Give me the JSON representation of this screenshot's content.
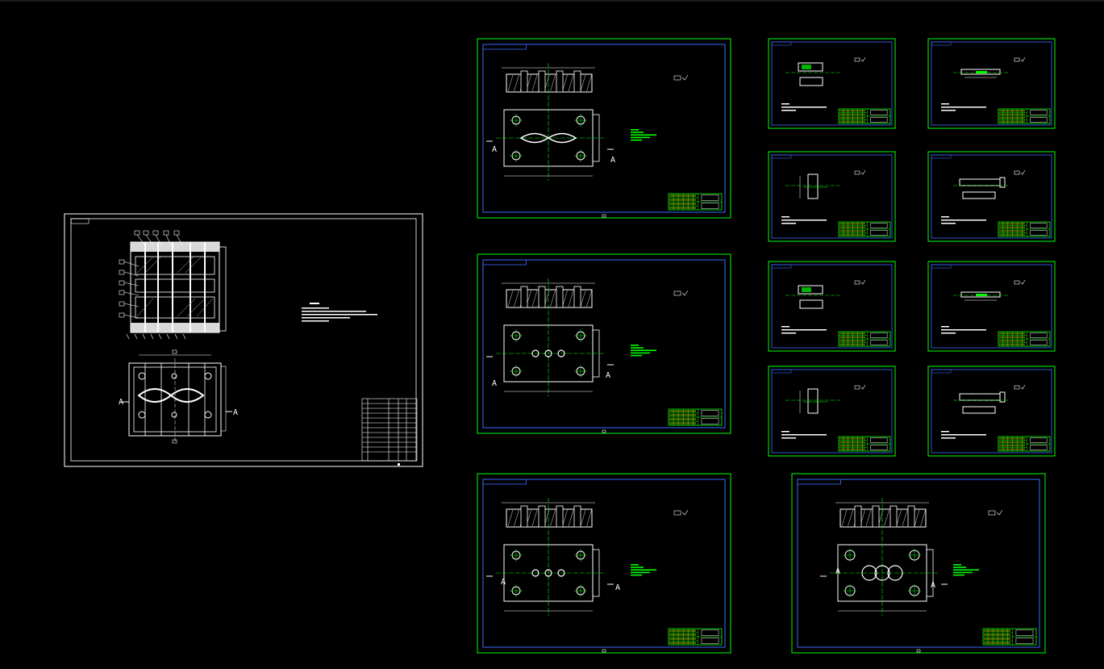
{
  "colors": {
    "background": "#000000",
    "border_white": "#ffffff",
    "border_green": "#00ff00",
    "inner_blue": "#3a6cff",
    "drawing": "#ffffff",
    "centerline": "#00ff00",
    "hatch": "#dddddd"
  },
  "assembly": {
    "section_labels": [
      "A",
      "A"
    ]
  },
  "plates": [
    {
      "section_labels": [
        "A",
        "A"
      ]
    },
    {
      "section_labels": [
        "A",
        "A"
      ]
    },
    {
      "section_labels": [
        "A",
        "A"
      ]
    },
    {
      "section_labels": [
        "A",
        "A"
      ]
    }
  ]
}
